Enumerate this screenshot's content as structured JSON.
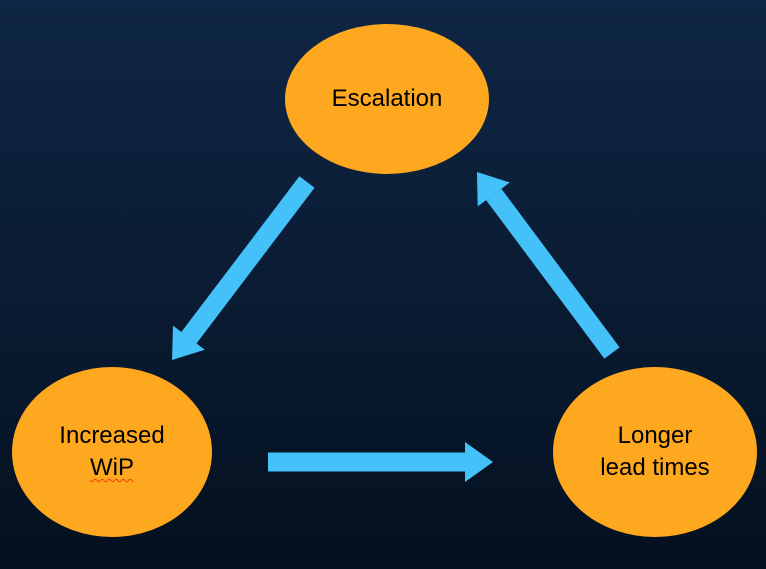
{
  "slide": {
    "background": {
      "top": "#0f2644",
      "middle": "#0a1c33",
      "bottom": "#04101f"
    }
  },
  "palette": {
    "node_fill": "#fda81f",
    "node_text": "#000000",
    "arrow": "#45c1fa",
    "spellcheck_underline": "#e8400c"
  },
  "diagram": {
    "nodes": {
      "escalation": {
        "label": "Escalation"
      },
      "increased_wip": {
        "line1": "Increased",
        "line2": "WiP"
      },
      "longer_lead_times": {
        "line1": "Longer",
        "line2": "lead times"
      }
    },
    "arrows": [
      {
        "name": "escalation-to-increased-wip",
        "from": "Escalation",
        "to": "Increased WiP"
      },
      {
        "name": "increased-wip-to-longer-lead-times",
        "from": "Increased WiP",
        "to": "Longer lead times"
      },
      {
        "name": "longer-lead-times-to-escalation",
        "from": "Longer lead times",
        "to": "Escalation"
      }
    ]
  }
}
